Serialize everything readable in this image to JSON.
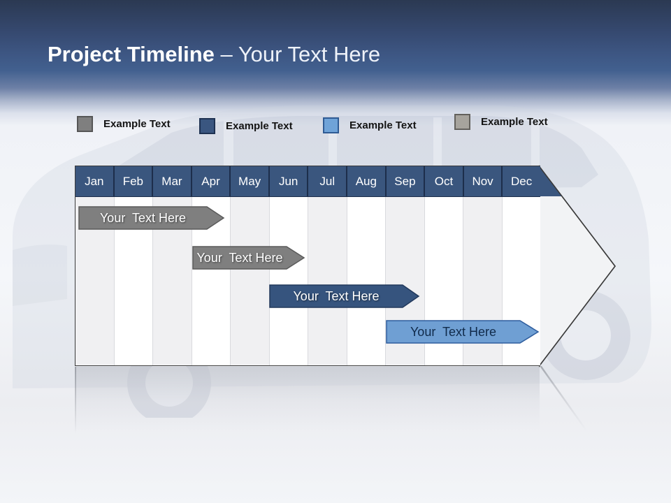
{
  "slide": {
    "title_bold": "Project Timeline",
    "title_rest": " – Your Text Here"
  },
  "legend": {
    "items": [
      {
        "label": "Example Text",
        "color": "#7f7f7f",
        "border_color": "#565656"
      },
      {
        "label": "Example Text",
        "color": "#3a5680",
        "border_color": "#1e3252"
      },
      {
        "label": "Example Text",
        "color": "#6fa3d8",
        "border_color": "#2f5b94"
      },
      {
        "label": "Example Text",
        "color": "#a7a49d",
        "border_color": "#63615c"
      }
    ]
  },
  "timeline": {
    "months": [
      "Jan",
      "Feb",
      "Mar",
      "Apr",
      "May",
      "Jun",
      "Jul",
      "Aug",
      "Sep",
      "Oct",
      "Nov",
      "Dec"
    ],
    "bars": [
      {
        "label": "Your  Text Here",
        "fill": "#7f7f7f",
        "stroke": "#5a5a5a",
        "text_color": "#ffffff",
        "span": "Jan–Apr"
      },
      {
        "label": "Your  Text Here",
        "fill": "#7f7f7f",
        "stroke": "#5a5a5a",
        "text_color": "#ffffff",
        "span": "Apr–Jun"
      },
      {
        "label": "Your  Text Here",
        "fill": "#36547e",
        "stroke": "#22395c",
        "text_color": "#ffffff",
        "span": "Jun–Sep"
      },
      {
        "label": "Your  Text Here",
        "fill": "#6f9fd3",
        "stroke": "#2e5d9e",
        "text_color": "#102档a",
        "span": "Sep–Dec"
      }
    ]
  },
  "colors": {
    "header_fill": "#3a567e",
    "header_divider": "#1d2e4b",
    "stripe_a": "#f0f0f2",
    "stripe_b": "#ffffff",
    "col_divider": "#d9dade",
    "outline": "#3a3a3a",
    "tip_fill": "#f2f3f5"
  }
}
